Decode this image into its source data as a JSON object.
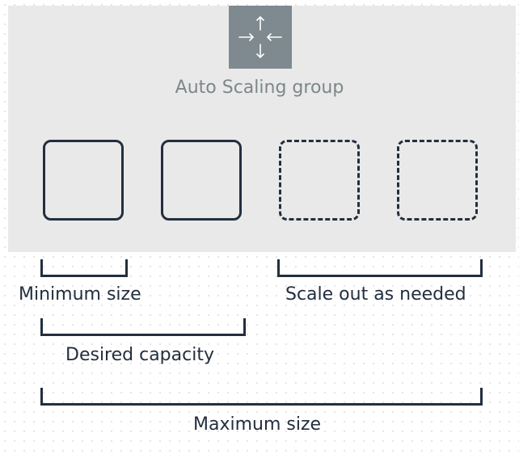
{
  "diagram": {
    "group": {
      "label": "Auto Scaling group",
      "icon": "auto-scaling-arrows-icon"
    },
    "instances": [
      {
        "state": "running",
        "border": "solid"
      },
      {
        "state": "running",
        "border": "solid"
      },
      {
        "state": "potential",
        "border": "dashed"
      },
      {
        "state": "potential",
        "border": "dashed"
      }
    ],
    "brackets": {
      "minimum_size": "Minimum size",
      "scale_out": "Scale out as needed",
      "desired_capacity": "Desired capacity",
      "maximum_size": "Maximum size"
    },
    "colors": {
      "panel": "#e9e9e9",
      "icon_box": "#7e8a8f",
      "label_gray": "#7d878a",
      "ink": "#232f3e"
    }
  }
}
